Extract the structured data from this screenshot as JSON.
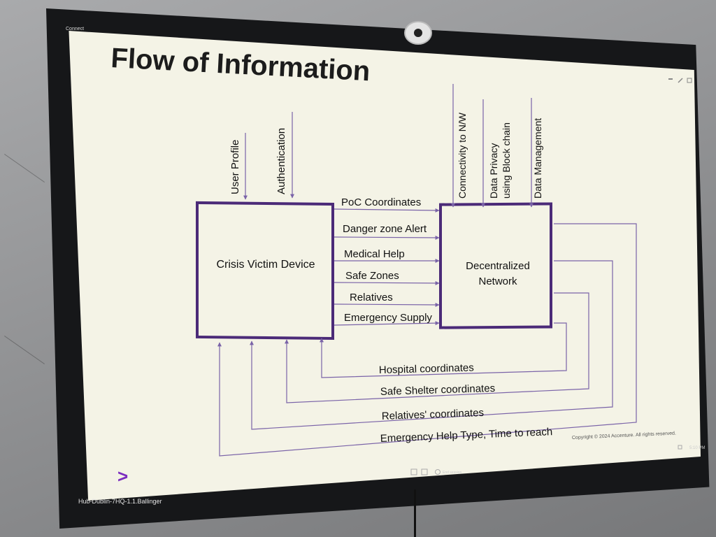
{
  "window": {
    "app_label": "Connect",
    "device_label": "Hub-Dublin-7HQ-1.1.Ballinger"
  },
  "slide": {
    "title": "Flow of Information",
    "left_box": "Crisis Victim Device",
    "right_box_line1": "Decentralized",
    "right_box_line2": "Network",
    "top_left_inputs": [
      "User Profile",
      "Authentication"
    ],
    "top_right_inputs": [
      "Connectivity to N/W",
      "Data Privacy",
      "using Block chain",
      "Data Management"
    ],
    "forward_flows": [
      "PoC Coordinates",
      "Danger zone Alert",
      "Medical Help",
      "Safe Zones",
      "Relatives",
      "Emergency Supply"
    ],
    "return_flows": [
      "Hospital coordinates",
      "Safe Shelter coordinates",
      "Relatives' coordinates",
      "Emergency Help Type, Time to reach"
    ],
    "copyright": "Copyright © 2024 Accenture. All rights reserved.",
    "logo": ">"
  },
  "taskbar": {
    "end_session": "End session",
    "time": "5:10 PM"
  },
  "colors": {
    "box_border": "#4b2a78",
    "arrow": "#7a63a8",
    "accent": "#7b2cbf"
  }
}
